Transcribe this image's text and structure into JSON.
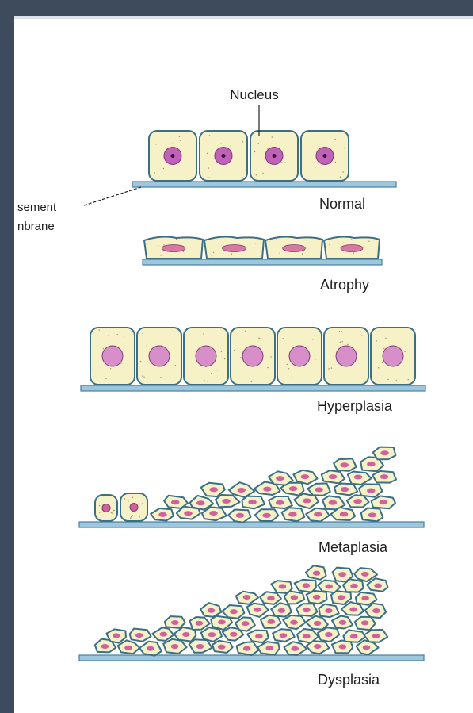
{
  "diagram": {
    "labels": {
      "nucleus": "Nucleus",
      "basement_line1": "sement",
      "basement_line2": "nbrane"
    },
    "panels": [
      {
        "id": "normal",
        "label": "Normal"
      },
      {
        "id": "atrophy",
        "label": "Atrophy"
      },
      {
        "id": "hyperplasia",
        "label": "Hyperplasia"
      },
      {
        "id": "metaplasia",
        "label": "Metaplasia"
      },
      {
        "id": "dysplasia",
        "label": "Dysplasia"
      }
    ]
  },
  "colors": {
    "frame": "#3e4b5c",
    "cell_fill": "#f7f1c8",
    "cell_outline": "#3a6f86",
    "nucleus_normal": "#c062b8",
    "nucleus_hyper": "#d88ec8",
    "nucleus_atrophy": "#d67aa4",
    "nucleolus": "#3a1040",
    "membrane": "#9cc7de",
    "membrane_edge": "#4a7f9c"
  }
}
